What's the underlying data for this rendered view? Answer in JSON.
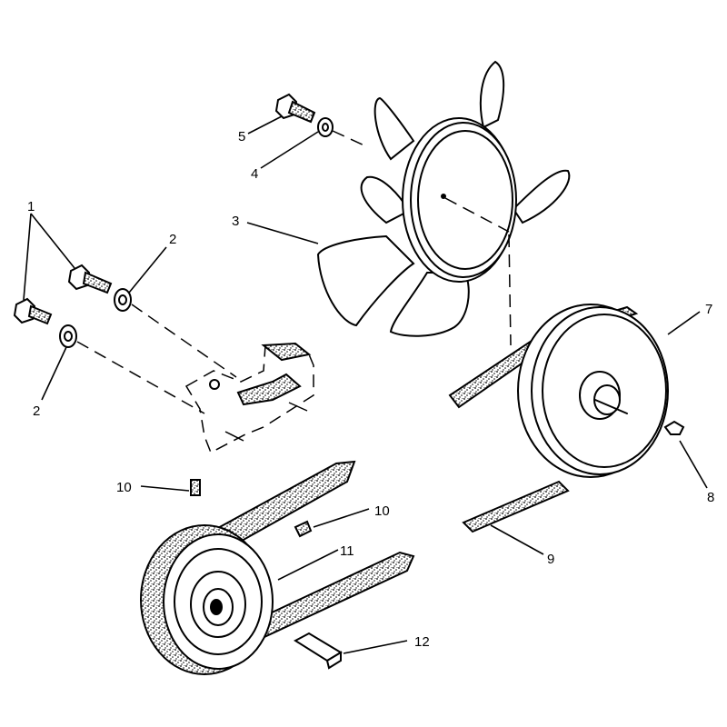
{
  "callouts": {
    "c1": "1",
    "c2a": "2",
    "c2b": "2",
    "c3": "3",
    "c4": "4",
    "c5": "5",
    "c7": "7",
    "c8": "8",
    "c9": "9",
    "c10a": "10",
    "c10b": "10",
    "c11": "11",
    "c12": "12"
  },
  "colors": {
    "line": "#000000",
    "background": "#ffffff"
  }
}
